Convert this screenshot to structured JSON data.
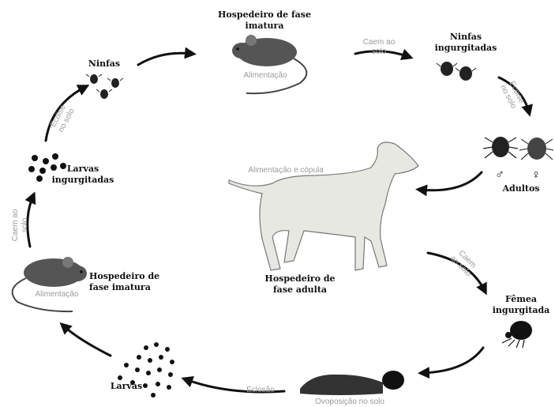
{
  "diagram": {
    "labels": {
      "hospedeiro_imatura_top": "Hospedeiro de fase\nimatura",
      "hospedeiro_imatura_left": "Hospedeiro de\nfase imatura",
      "hospedeiro_adulta": "Hospedeiro de\nfase adulta",
      "ninfas": "Ninfas",
      "ninfas_ingurgitadas": "Ninfas\ningurgitadas",
      "adultos": "Adultos",
      "femea_ingurgitada": "Fêmea\ningurgitada",
      "larvas": "Larvas",
      "larvas_ingurgitadas": "Larvas\ningurgitadas"
    },
    "processes": {
      "alimentacao_top": "Alimentação",
      "alimentacao_left": "Alimentação",
      "alimentacao_copula": "Alimentação e cópula",
      "caem_ao_solo_top": "Caem ao\nsolo",
      "caem_ao_solo_right": "Caem\nao solo",
      "caem_ao_solo_left": "Caem ao\nsolo",
      "ecdise_right": "Ecdise\nno solo",
      "ecdise_left": "Ecdise\nno solo",
      "eclosao": "Eclosão",
      "ovoposicao": "Ovoposição no solo"
    },
    "symbols": {
      "male": "♂",
      "female": "♀"
    }
  },
  "colors": {
    "ink": "#111111",
    "process_text": "#9a9a9a",
    "dog": "#e8e8e2",
    "mouse": "#555555"
  }
}
